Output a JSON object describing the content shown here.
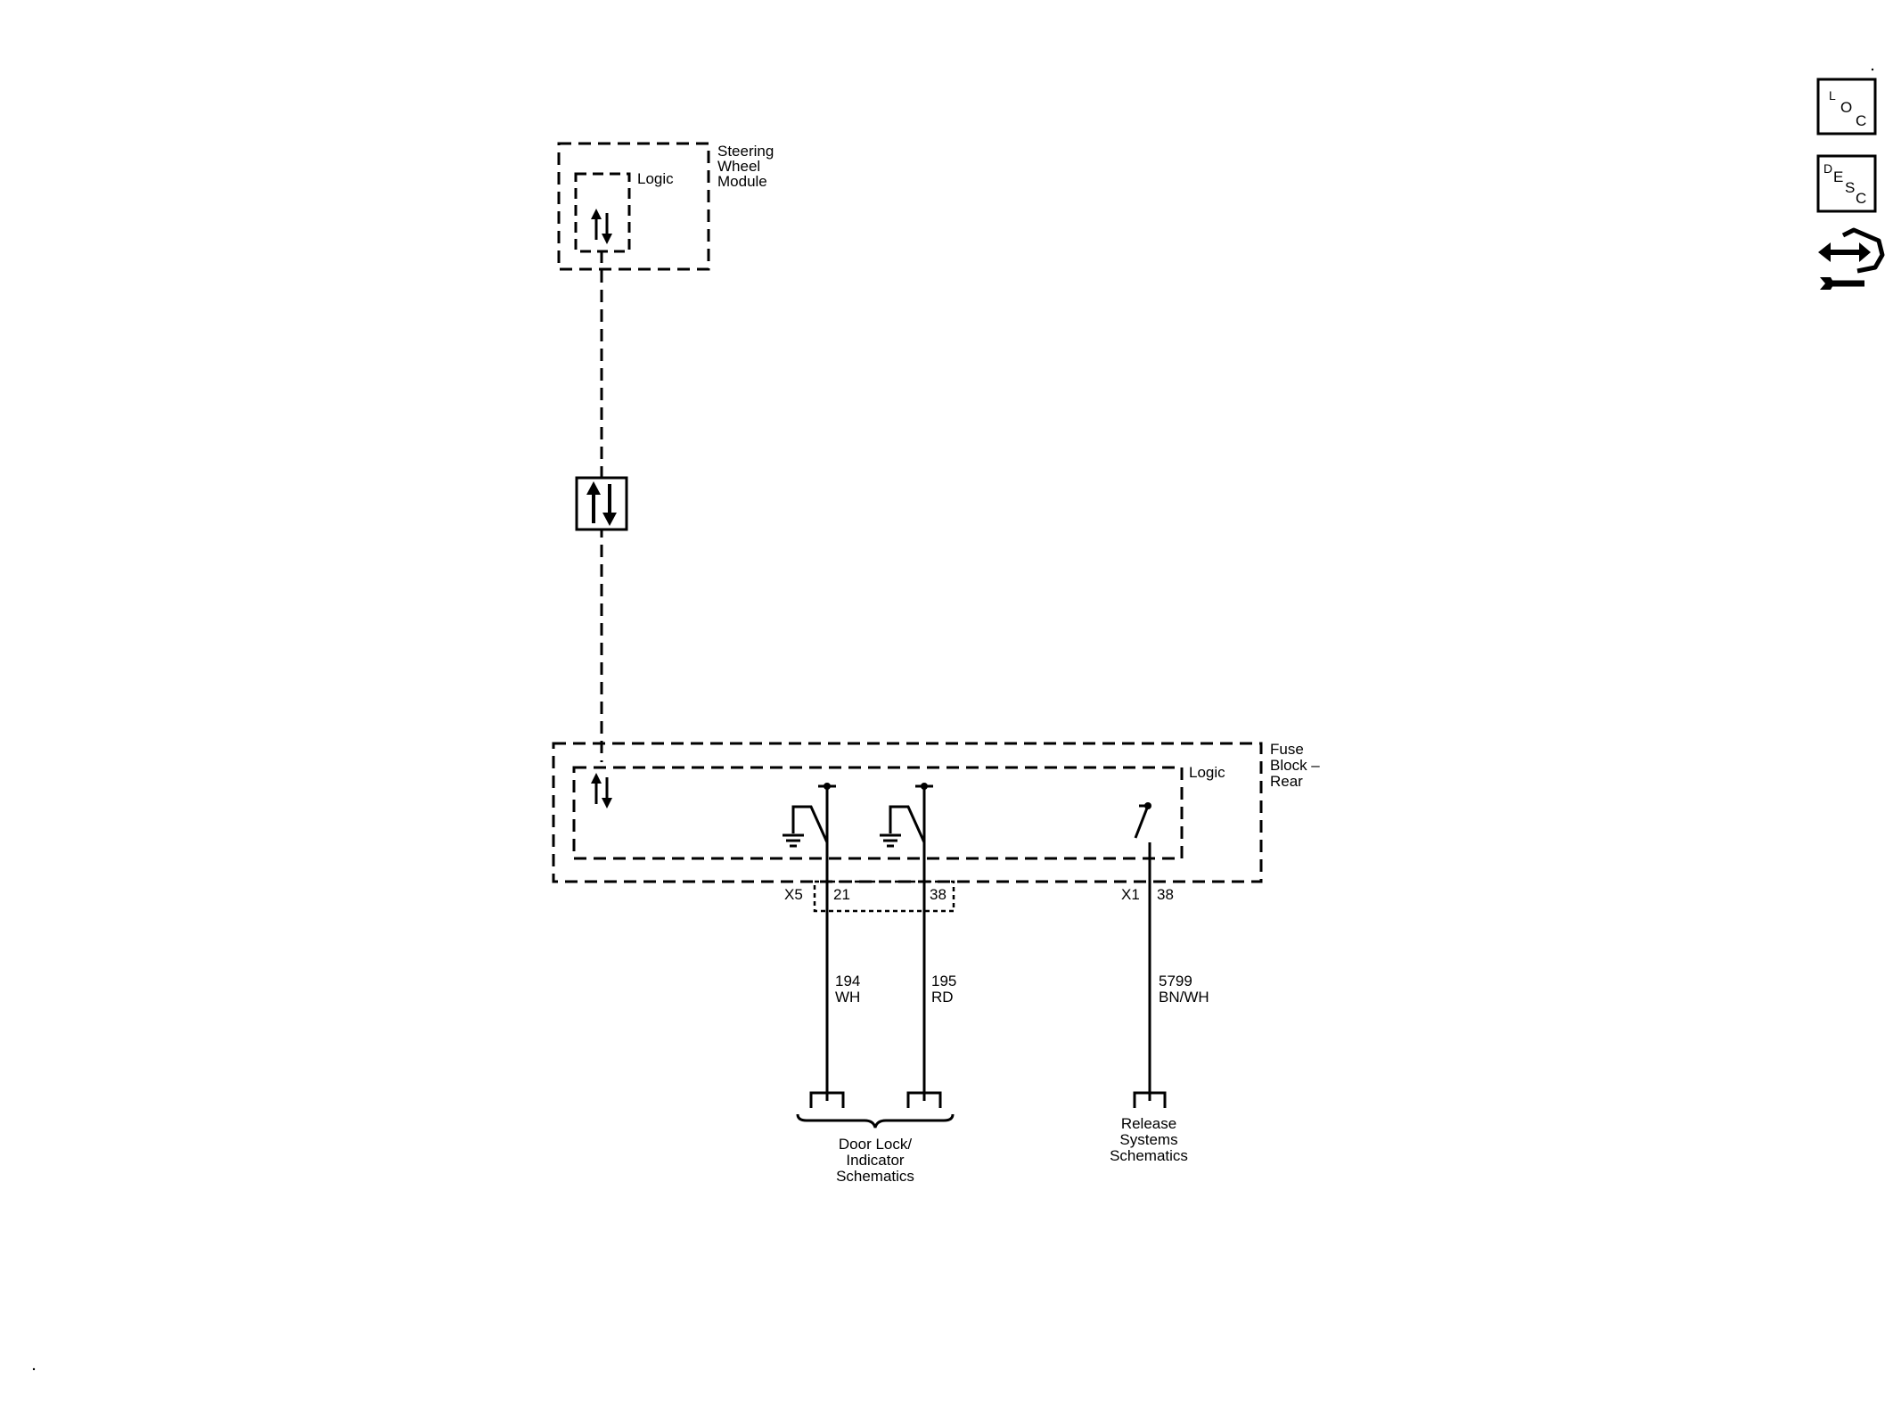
{
  "steering_wheel_module": {
    "name_lines": [
      "Steering",
      "Wheel",
      "Module"
    ],
    "logic_label": "Logic"
  },
  "fuse_block_rear": {
    "name_lines": [
      "Fuse",
      "Block –",
      "Rear"
    ],
    "logic_label": "Logic"
  },
  "connectors": {
    "x5_label": "X5",
    "x5_pin_a": "21",
    "x5_pin_b": "38",
    "x1_label": "X1",
    "x1_pin": "38"
  },
  "wires": [
    {
      "circuit": "194",
      "color": "WH"
    },
    {
      "circuit": "195",
      "color": "RD"
    },
    {
      "circuit": "5799",
      "color": "BN/WH"
    }
  ],
  "references": {
    "door_lock_lines": [
      "Door Lock/",
      "Indicator",
      "Schematics"
    ],
    "release_lines": [
      "Release",
      "Systems",
      "Schematics"
    ]
  },
  "side_nav": {
    "loc": {
      "a": "L",
      "b": "O",
      "c": "C"
    },
    "desc": {
      "a": "D",
      "b": "E",
      "c": "S",
      "d": "C"
    }
  },
  "icons": [
    "serial-data-icon",
    "location-button-icon",
    "description-button-icon",
    "connector-end-view-icon"
  ]
}
